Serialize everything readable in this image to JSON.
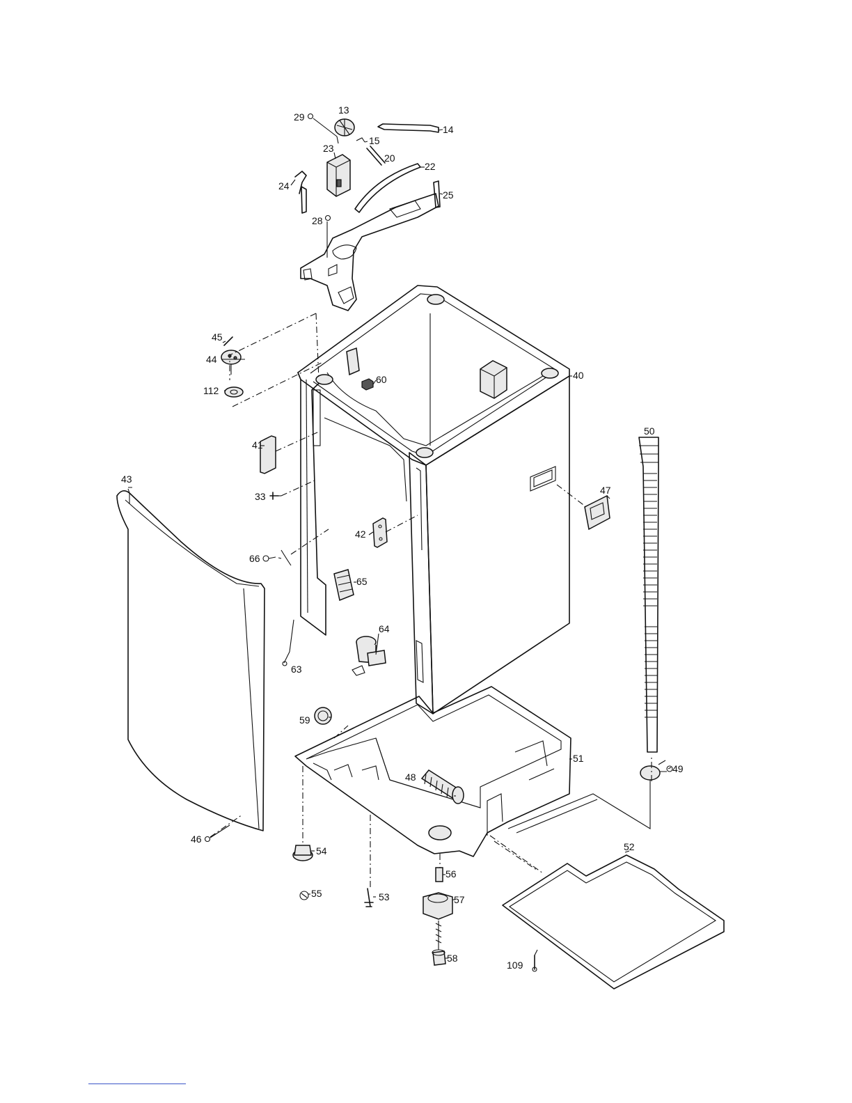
{
  "diagram": {
    "labels": {
      "p13": "13",
      "p14": "14",
      "p15": "15",
      "p20": "20",
      "p22": "22",
      "p23": "23",
      "p24": "24",
      "p25": "25",
      "p28": "28",
      "p29": "29",
      "p33": "33",
      "p40": "40",
      "p41": "41",
      "p42": "42",
      "p43": "43",
      "p44": "44",
      "p45": "45",
      "p46": "46",
      "p47": "47",
      "p48": "48",
      "p49": "49",
      "p50": "50",
      "p51": "51",
      "p52": "52",
      "p53": "53",
      "p54": "54",
      "p55": "55",
      "p56": "56",
      "p57": "57",
      "p58": "58",
      "p59": "59",
      "p60": "60",
      "p63": "63",
      "p64": "64",
      "p65": "65",
      "p66": "66",
      "p109": "109",
      "p112": "112"
    }
  }
}
